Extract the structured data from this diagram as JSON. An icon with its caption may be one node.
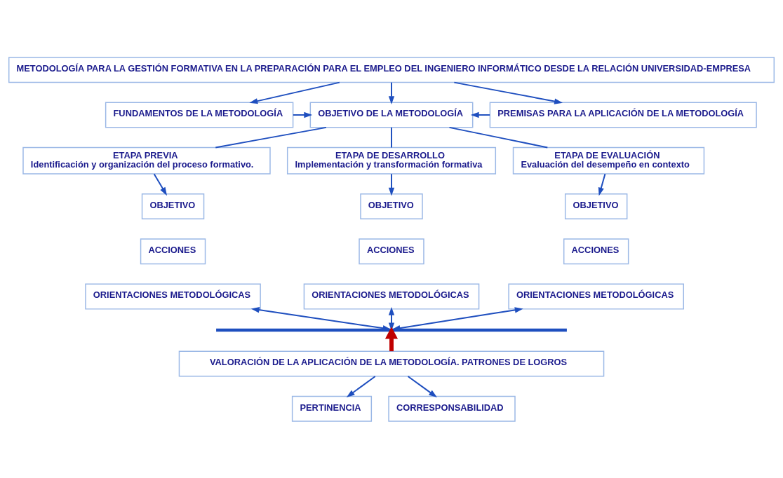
{
  "diagram": {
    "nodes": [
      {
        "text": [
          "METODOLOGÍA PARA LA GESTIÓN FORMATIVA EN LA PREPARACIÓN PARA EL EMPLEO DEL INGENIERO INFORMÁTICO DESDE LA RELACIÓN UNIVERSIDAD-EMPRESA"
        ]
      },
      {
        "text": [
          "FUNDAMENTOS DE LA METODOLOGÍA"
        ]
      },
      {
        "text": [
          "OBJETIVO DE LA METODOLOGÍA"
        ]
      },
      {
        "text": [
          "PREMISAS PARA LA APLICACIÓN DE LA METODOLOGÍA"
        ]
      },
      {
        "text": [
          "ETAPA PREVIA",
          "Identificación y organización del proceso formativo."
        ]
      },
      {
        "text": [
          "ETAPA DE DESARROLLO",
          "Implementación y transformación formativa"
        ]
      },
      {
        "text": [
          "ETAPA DE EVALUACIÓN",
          "Evaluación del desempeño en contexto"
        ]
      },
      {
        "text": [
          "OBJETIVO"
        ]
      },
      {
        "text": [
          "ACCIONES"
        ]
      },
      {
        "text": [
          "ORIENTACIONES METODOLÓGICAS"
        ]
      },
      {
        "text": [
          "OBJETIVO"
        ]
      },
      {
        "text": [
          "ACCIONES"
        ]
      },
      {
        "text": [
          "ORIENTACIONES METODOLÓGICAS"
        ]
      },
      {
        "text": [
          "OBJETIVO"
        ]
      },
      {
        "text": [
          "ACCIONES"
        ]
      },
      {
        "text": [
          "ORIENTACIONES METODOLÓGICAS"
        ]
      },
      {
        "text": [],
        "shape": "bar"
      },
      {
        "text": [
          "VALORACIÓN DE LA APLICACIÓN DE LA METODOLOGÍA. PATRONES DE LOGROS"
        ]
      },
      {
        "text": [
          "PERTINENCIA"
        ]
      },
      {
        "text": [
          "CORRESPONSABILIDAD"
        ]
      }
    ],
    "edges": [
      {
        "from": 0,
        "to": 1,
        "arrow": "to"
      },
      {
        "from": 0,
        "to": 2,
        "arrow": "to"
      },
      {
        "from": 0,
        "to": 3,
        "arrow": "to"
      },
      {
        "from": 1,
        "to": 2,
        "arrow": "to"
      },
      {
        "from": 3,
        "to": 2,
        "arrow": "to"
      },
      {
        "from": 2,
        "to": 4,
        "arrow": "none"
      },
      {
        "from": 2,
        "to": 5,
        "arrow": "none"
      },
      {
        "from": 2,
        "to": 6,
        "arrow": "none"
      },
      {
        "from": 4,
        "to": 7,
        "arrow": "to"
      },
      {
        "from": 5,
        "to": 10,
        "arrow": "to"
      },
      {
        "from": 6,
        "to": 13,
        "arrow": "to"
      },
      {
        "from": 9,
        "to": 16,
        "arrow": "both"
      },
      {
        "from": 12,
        "to": 16,
        "arrow": "both"
      },
      {
        "from": 15,
        "to": 16,
        "arrow": "both"
      },
      {
        "from": 17,
        "to": 16,
        "arrow": "to",
        "style": "thick",
        "color": "#c00000"
      },
      {
        "from": 17,
        "to": 18,
        "arrow": "to"
      },
      {
        "from": 17,
        "to": 19,
        "arrow": "to"
      }
    ]
  }
}
